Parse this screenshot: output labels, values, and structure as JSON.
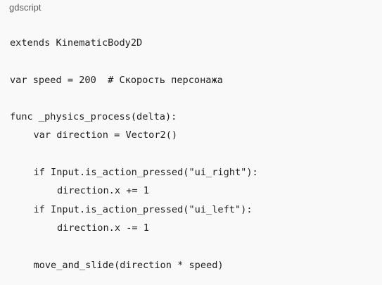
{
  "code_block": {
    "language": "gdscript",
    "lines": [
      {
        "indent": 0,
        "text": "extends KinematicBody2D"
      },
      {
        "indent": 0,
        "text": ""
      },
      {
        "indent": 0,
        "text": "var speed = 200  # Скорость персонажа"
      },
      {
        "indent": 0,
        "text": ""
      },
      {
        "indent": 0,
        "text": "func _physics_process(delta):"
      },
      {
        "indent": 1,
        "text": "var direction = Vector2()"
      },
      {
        "indent": 0,
        "text": ""
      },
      {
        "indent": 1,
        "text": "if Input.is_action_pressed(\"ui_right\"):"
      },
      {
        "indent": 2,
        "text": "direction.x += 1"
      },
      {
        "indent": 1,
        "text": "if Input.is_action_pressed(\"ui_left\"):"
      },
      {
        "indent": 2,
        "text": "direction.x -= 1"
      },
      {
        "indent": 0,
        "text": ""
      },
      {
        "indent": 1,
        "text": "move_and_slide(direction * speed)"
      }
    ]
  }
}
